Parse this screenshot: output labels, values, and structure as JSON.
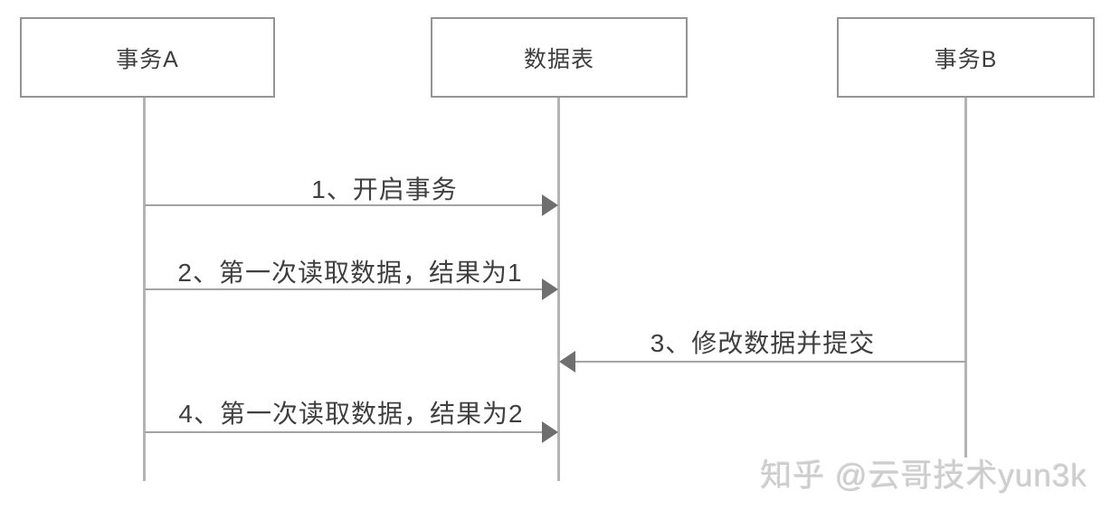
{
  "diagram": {
    "type": "sequence-diagram",
    "participants": [
      {
        "id": "transaction-a",
        "label": "事务A"
      },
      {
        "id": "data-table",
        "label": "数据表"
      },
      {
        "id": "transaction-b",
        "label": "事务B"
      }
    ],
    "messages": [
      {
        "seq": 1,
        "label": "1、开启事务",
        "from": "事务A",
        "to": "数据表",
        "direction": "right"
      },
      {
        "seq": 2,
        "label": "2、第一次读取数据，结果为1",
        "from": "事务A",
        "to": "数据表",
        "direction": "right"
      },
      {
        "seq": 3,
        "label": "3、修改数据并提交",
        "from": "事务B",
        "to": "数据表",
        "direction": "left"
      },
      {
        "seq": 4,
        "label": "4、第一次读取数据，结果为2",
        "from": "事务A",
        "to": "数据表",
        "direction": "right"
      }
    ],
    "watermark": "知乎 @云哥技术yun3k"
  },
  "colors": {
    "background": "#ffffff",
    "box_border": "#949494",
    "lifeline": "#b4b4b4",
    "arrow_line": "#a3a3a3",
    "arrowhead": "#6f6f6f",
    "text": "#3e3e3e",
    "watermark": "#cdcdcd"
  }
}
